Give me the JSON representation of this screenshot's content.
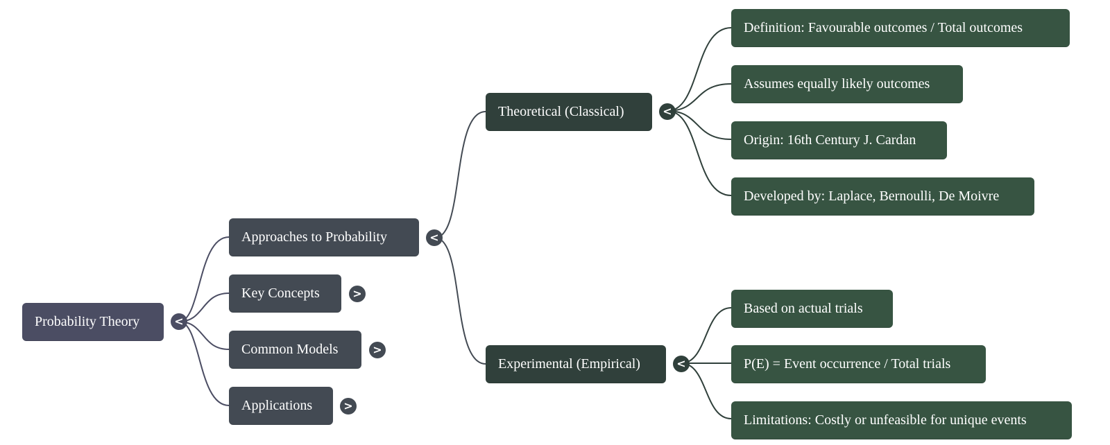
{
  "root": {
    "label": "Probability Theory",
    "toggle": "<",
    "toggle_icon": "collapse-chevron-left-icon"
  },
  "level1": [
    {
      "label": "Approaches to Probability",
      "toggle": "<",
      "state": "expanded"
    },
    {
      "label": "Key Concepts",
      "toggle": ">",
      "state": "collapsed"
    },
    {
      "label": "Common Models",
      "toggle": ">",
      "state": "collapsed"
    },
    {
      "label": "Applications",
      "toggle": ">",
      "state": "collapsed"
    }
  ],
  "approaches": [
    {
      "label": "Theoretical (Classical)",
      "toggle": "<",
      "children": [
        "Definition: Favourable outcomes / Total outcomes",
        "Assumes equally likely outcomes",
        "Origin: 16th Century J. Cardan",
        "Developed by: Laplace, Bernoulli, De Moivre"
      ]
    },
    {
      "label": "Experimental (Empirical)",
      "toggle": "<",
      "children": [
        "Based on actual trials",
        "P(E) = Event occurrence / Total trials",
        "Limitations: Costly or unfeasible for unique events"
      ]
    }
  ],
  "colors": {
    "root": "#4b4d63",
    "level1": "#434a53",
    "level2": "#30403b",
    "level3": "#375442",
    "edge_root": "#4b4d63",
    "edge_level1": "#434a53",
    "edge_level2": "#30403b"
  }
}
